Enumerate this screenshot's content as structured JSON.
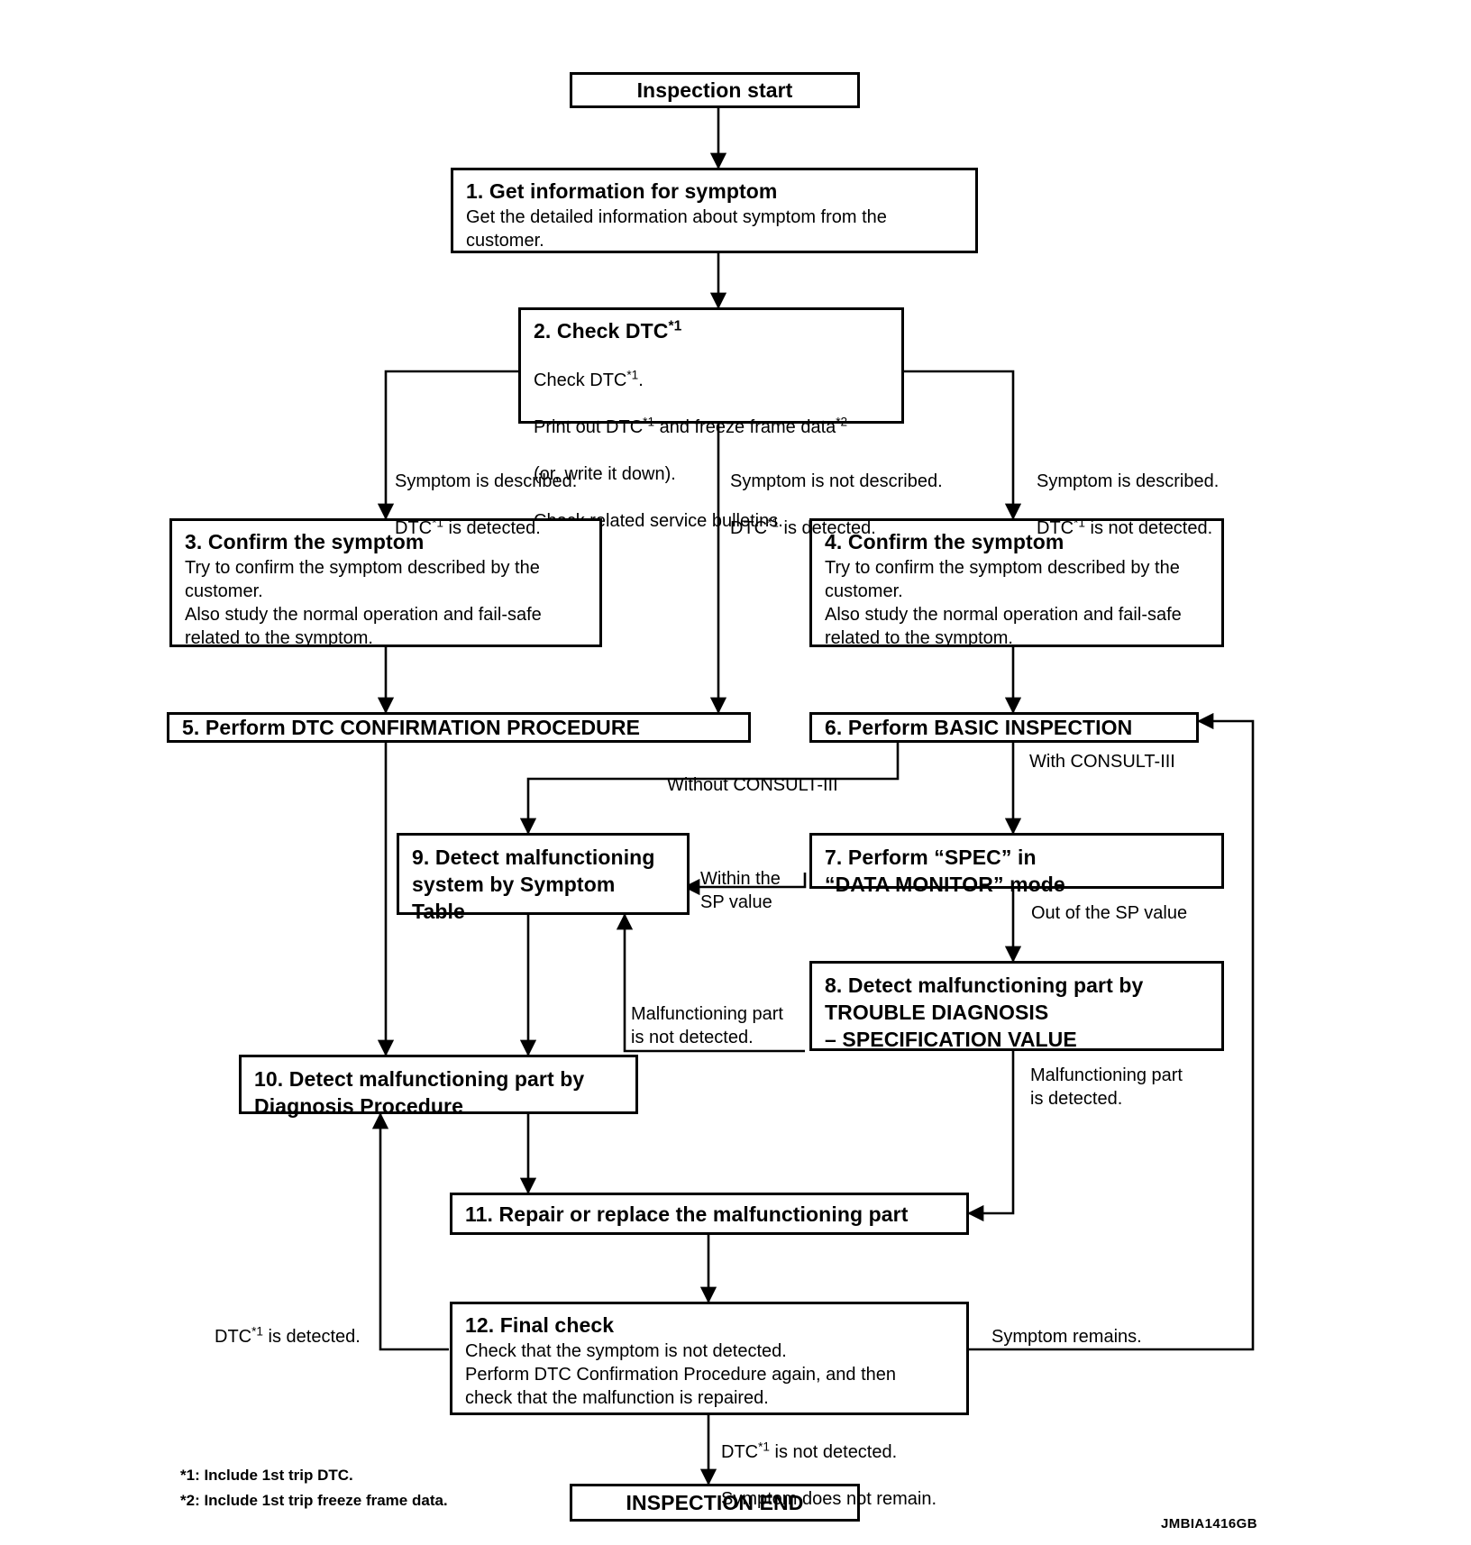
{
  "figure": {
    "id": "JMBIA1416GB",
    "type": "flowchart",
    "title": "Inspection start"
  },
  "nodes": {
    "start": {
      "label": "Inspection start"
    },
    "step1": {
      "title": "1. Get information for symptom",
      "body": "Get the detailed information about symptom from the\ncustomer."
    },
    "step2": {
      "title": "2. Check DTC*1",
      "body_line1": "Check DTC*1.",
      "body_line2": "Print out DTC*1 and freeze frame data*2",
      "body_line3": "(or, write it down).",
      "body_line4": "Check related service bulletins."
    },
    "step3": {
      "title": "3. Confirm the symptom",
      "body": "Try to confirm the symptom described by the\ncustomer.\nAlso study the normal operation and fail-safe\nrelated to the symptom."
    },
    "step4": {
      "title": "4. Confirm the symptom",
      "body": "Try to confirm the symptom described by the\ncustomer.\nAlso study the normal operation and fail-safe\nrelated to the symptom."
    },
    "step5": {
      "title": "5. Perform DTC CONFIRMATION PROCEDURE"
    },
    "step6": {
      "title": "6. Perform BASIC INSPECTION"
    },
    "step7": {
      "title": "7. Perform “SPEC” in\n    “DATA MONITOR” mode"
    },
    "step8": {
      "title": "8. Detect malfunctioning part by\n    TROUBLE DIAGNOSIS\n    – SPECIFICATION VALUE"
    },
    "step9": {
      "title": "9. Detect malfunctioning\n    system by Symptom\n    Table"
    },
    "step10": {
      "title": "10. Detect malfunctioning part by\n      Diagnosis Procedure"
    },
    "step11": {
      "title": "11. Repair or replace the malfunctioning part"
    },
    "step12": {
      "title": "12. Final check",
      "body": "Check that the symptom is not detected.\nPerform DTC Confirmation Procedure again, and then\ncheck that the malfunction is repaired."
    },
    "end": {
      "label": "INSPECTION END"
    }
  },
  "edge_labels": {
    "branch_left_l1": "Symptom is described.",
    "branch_left_l2": "DTC*1 is detected.",
    "branch_mid_l1": "Symptom is not described.",
    "branch_mid_l2": "DTC*1 is detected.",
    "branch_right_l1": "Symptom is described.",
    "branch_right_l2": "DTC*1 is not detected.",
    "without_consult": "Without CONSULT-III",
    "with_consult": "With CONSULT-III",
    "within_sp": "Within the\nSP value",
    "out_of_sp": "Out of the SP value",
    "malfunction_not_detected": "Malfunctioning part\nis not detected.",
    "malfunction_detected": "Malfunctioning part\nis detected.",
    "dtc_detected": "DTC*1 is detected.",
    "symptom_remains": "Symptom remains.",
    "final_ok_l1": "DTC*1 is not detected.",
    "final_ok_l2": "Symptom does not remain."
  },
  "footnotes": [
    "*1: Include 1st trip DTC.",
    "*2: Include 1st trip freeze frame data."
  ],
  "colors": {
    "line": "#000000",
    "background": "#ffffff",
    "text": "#000000"
  }
}
